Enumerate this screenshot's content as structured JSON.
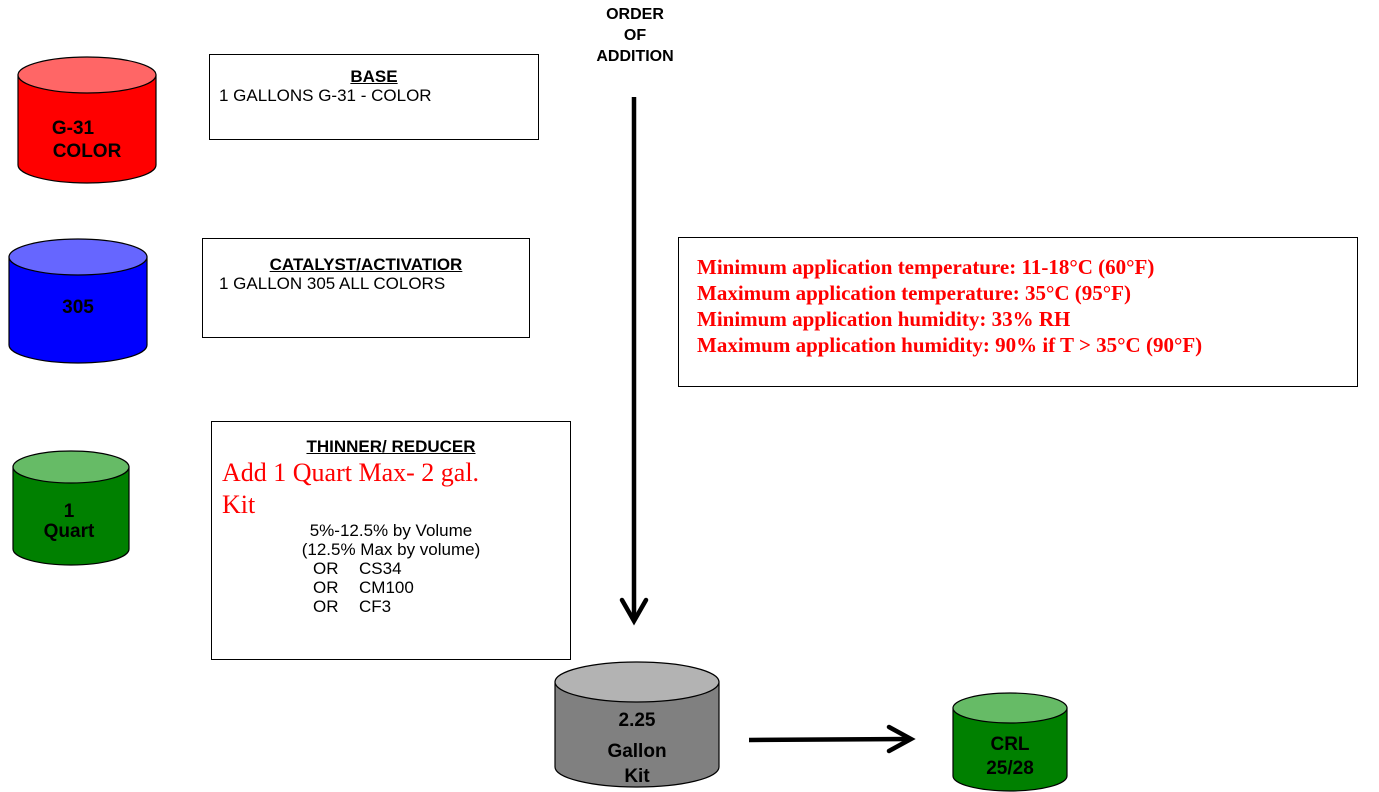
{
  "order_label": [
    "ORDER",
    "OF",
    "ADDITION"
  ],
  "colors": {
    "base_cylinder": "#ff0000",
    "catalyst_cylinder": "#0000ff",
    "thinner_cylinder": "#008000",
    "kit_cylinder": "#808080",
    "crl_cylinder": "#008000",
    "red_text": "#ff0000"
  },
  "cylinders": {
    "base": {
      "lines": [
        "G-31",
        "COLOR"
      ]
    },
    "catalyst": {
      "lines": [
        "305"
      ]
    },
    "thinner": {
      "lines": [
        "1",
        "Quart"
      ]
    },
    "kit": {
      "lines": [
        "2.25",
        "Gallon",
        "Kit"
      ]
    },
    "crl": {
      "lines": [
        "CRL",
        "25/28"
      ]
    }
  },
  "base_box": {
    "title": "BASE",
    "line": "1 GALLONS G-31 - COLOR"
  },
  "catalyst_box": {
    "title": "CATALYST/ACTIVATIOR",
    "line": "1 GALLON 305 ALL COLORS"
  },
  "thinner_box": {
    "title": "THINNER/ REDUCER",
    "add_line_1": "Add 1 Quart Max- 2 gal.",
    "add_line_2": "Kit",
    "volume_line": "5%-12.5% by Volume",
    "max_line": "(12.5% Max by volume)",
    "options": [
      {
        "prefix": "OR",
        "value": "CS34"
      },
      {
        "prefix": "OR",
        "value": "CM100"
      },
      {
        "prefix": "OR",
        "value": "CF3"
      }
    ]
  },
  "conditions": [
    "Minimum application temperature: 11-18°C (60°F)",
    "Maximum application temperature: 35°C (95°F)",
    "Minimum application humidity: 33% RH",
    "Maximum application humidity: 90% if T > 35°C (90°F)"
  ]
}
